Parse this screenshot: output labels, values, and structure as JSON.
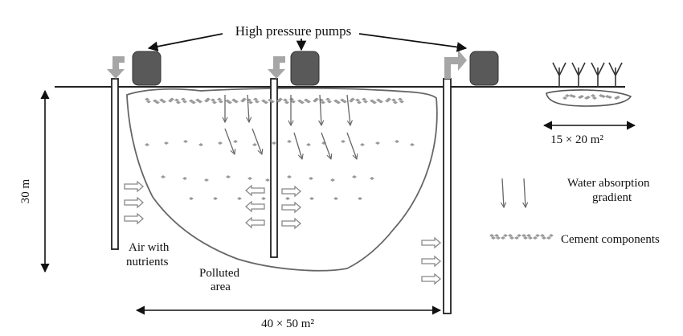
{
  "labels": {
    "pumps": "High pressure pumps",
    "depth": "30 m",
    "air_line1": "Air with",
    "air_line2": "nutrients",
    "polluted_line1": "Polluted",
    "polluted_line2": "area",
    "area_main": "40 × 50 m²",
    "area_small": "15 × 20 m²"
  },
  "legend": {
    "water_line1": "Water absorption",
    "water_line2": "gradient",
    "cement": "Cement components"
  },
  "colors": {
    "pump": "#595959",
    "inlet_arrow": "#a6a6a6",
    "line": "#222222",
    "dots": "#9a9a9a"
  }
}
